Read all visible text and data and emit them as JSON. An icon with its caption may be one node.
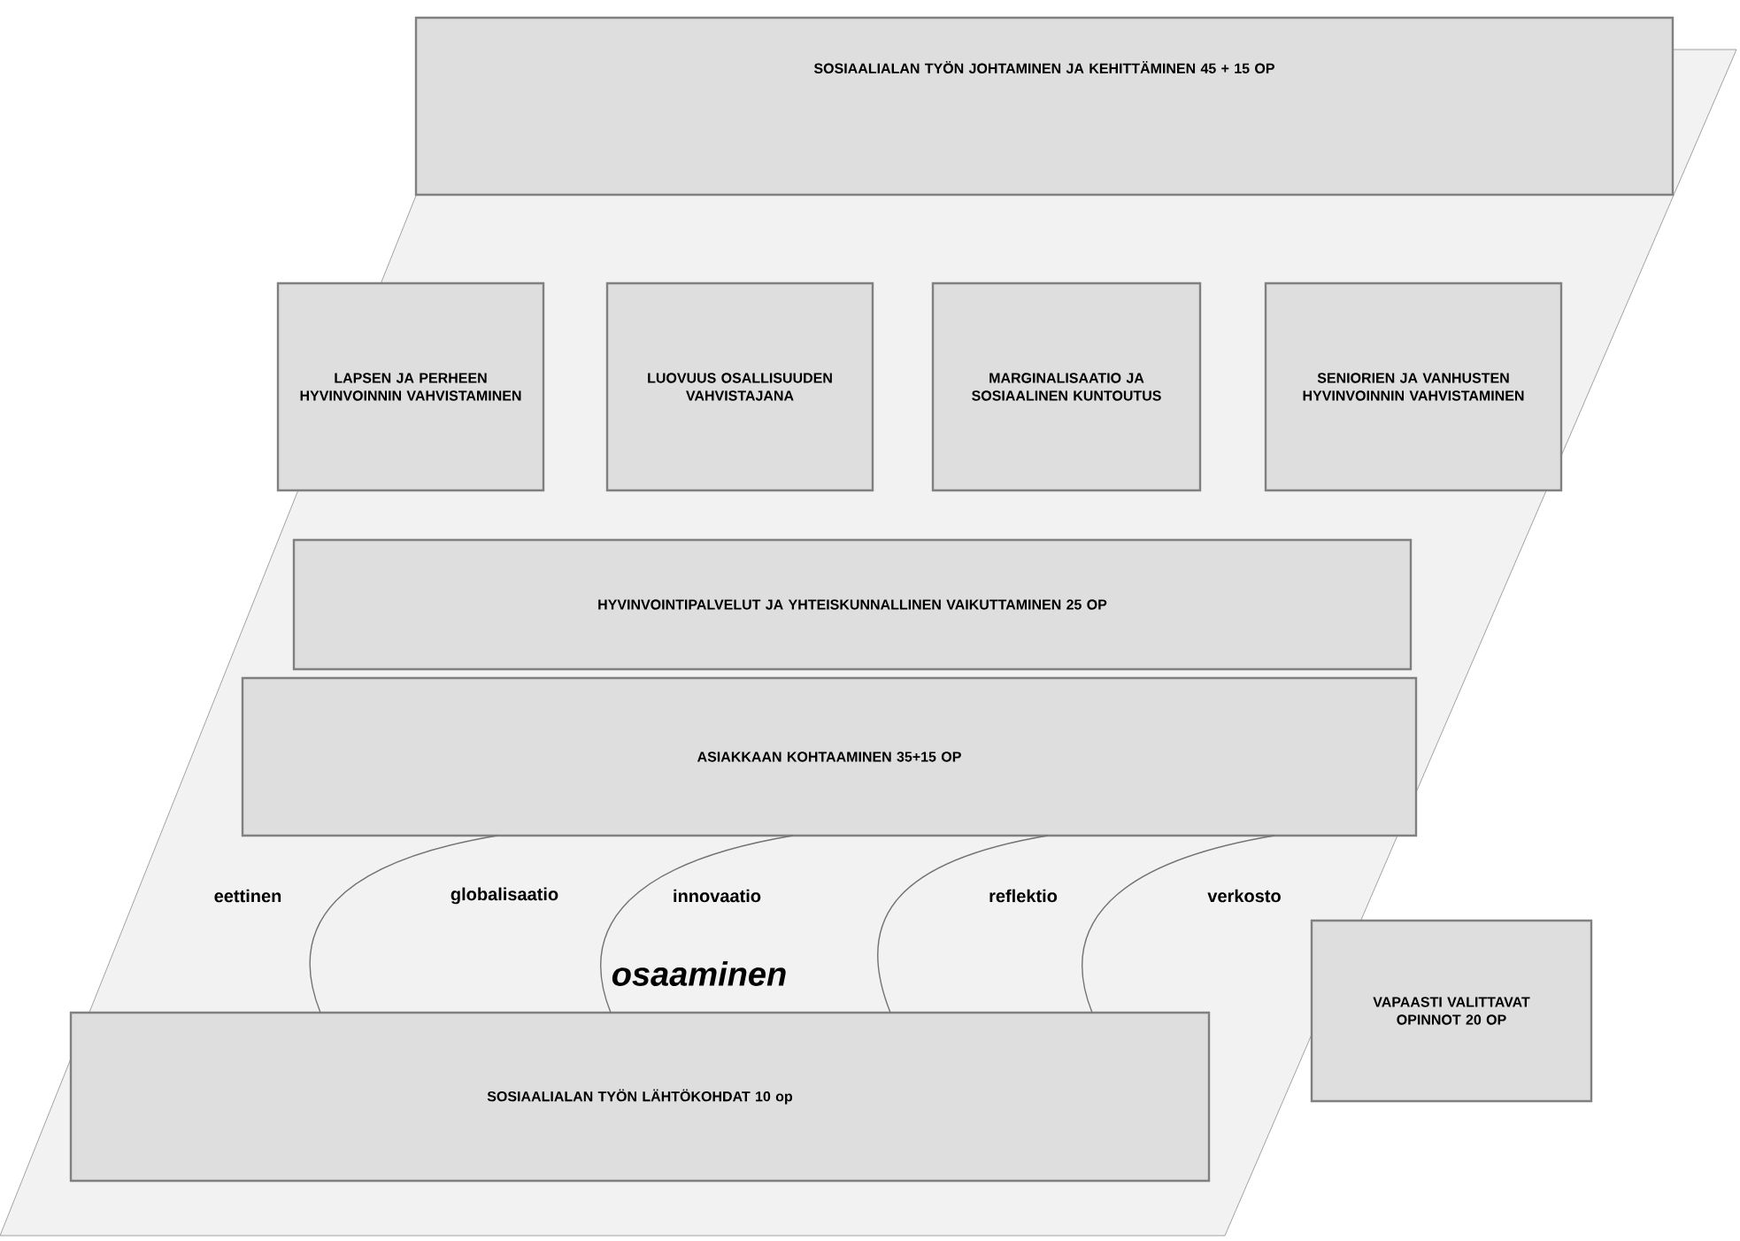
{
  "diagram": {
    "nodes": [
      {
        "text": [
          "SOSIAALIALAN TYÖN JOHTAMINEN JA KEHITTÄMINEN 45 + 15 OP"
        ]
      },
      {
        "text": [
          "LAPSEN JA PERHEEN HYVINVOINNIN VAHVISTAMINEN"
        ]
      },
      {
        "text": [
          "LUOVUUS OSALLISUUDEN VAHVISTAJANA"
        ]
      },
      {
        "text": [
          "MARGINALISAATIO JA SOSIAALINEN KUNTOUTUS"
        ]
      },
      {
        "text": [
          "SENIORIEN JA VANHUSTEN HYVINVOINNIN VAHVISTAMINEN"
        ]
      },
      {
        "text": [
          "HYVINVOINTIPALVELUT JA YHTEISKUNNALLINEN VAIKUTTAMINEN 25 OP"
        ]
      },
      {
        "text": [
          "ASIAKKAAN KOHTAAMINEN 35+15 OP"
        ]
      },
      {
        "text": [
          "VAPAASTI VALITTAVAT OPINNOT 20 OP"
        ]
      },
      {
        "text": [
          "SOSIAALIALAN TYÖN LÄHTÖKOHDAT 10 op"
        ]
      }
    ],
    "edges": [
      {
        "from": 6,
        "to": 8,
        "arrow": "none"
      },
      {
        "from": 6,
        "to": 8,
        "arrow": "none"
      },
      {
        "from": 6,
        "to": 8,
        "arrow": "none"
      },
      {
        "from": 6,
        "to": 8,
        "arrow": "none"
      }
    ],
    "labels": [
      "eettinen",
      "globalisaatio",
      "innovaatio",
      "reflektio",
      "verkosto",
      "osaaminen"
    ]
  }
}
